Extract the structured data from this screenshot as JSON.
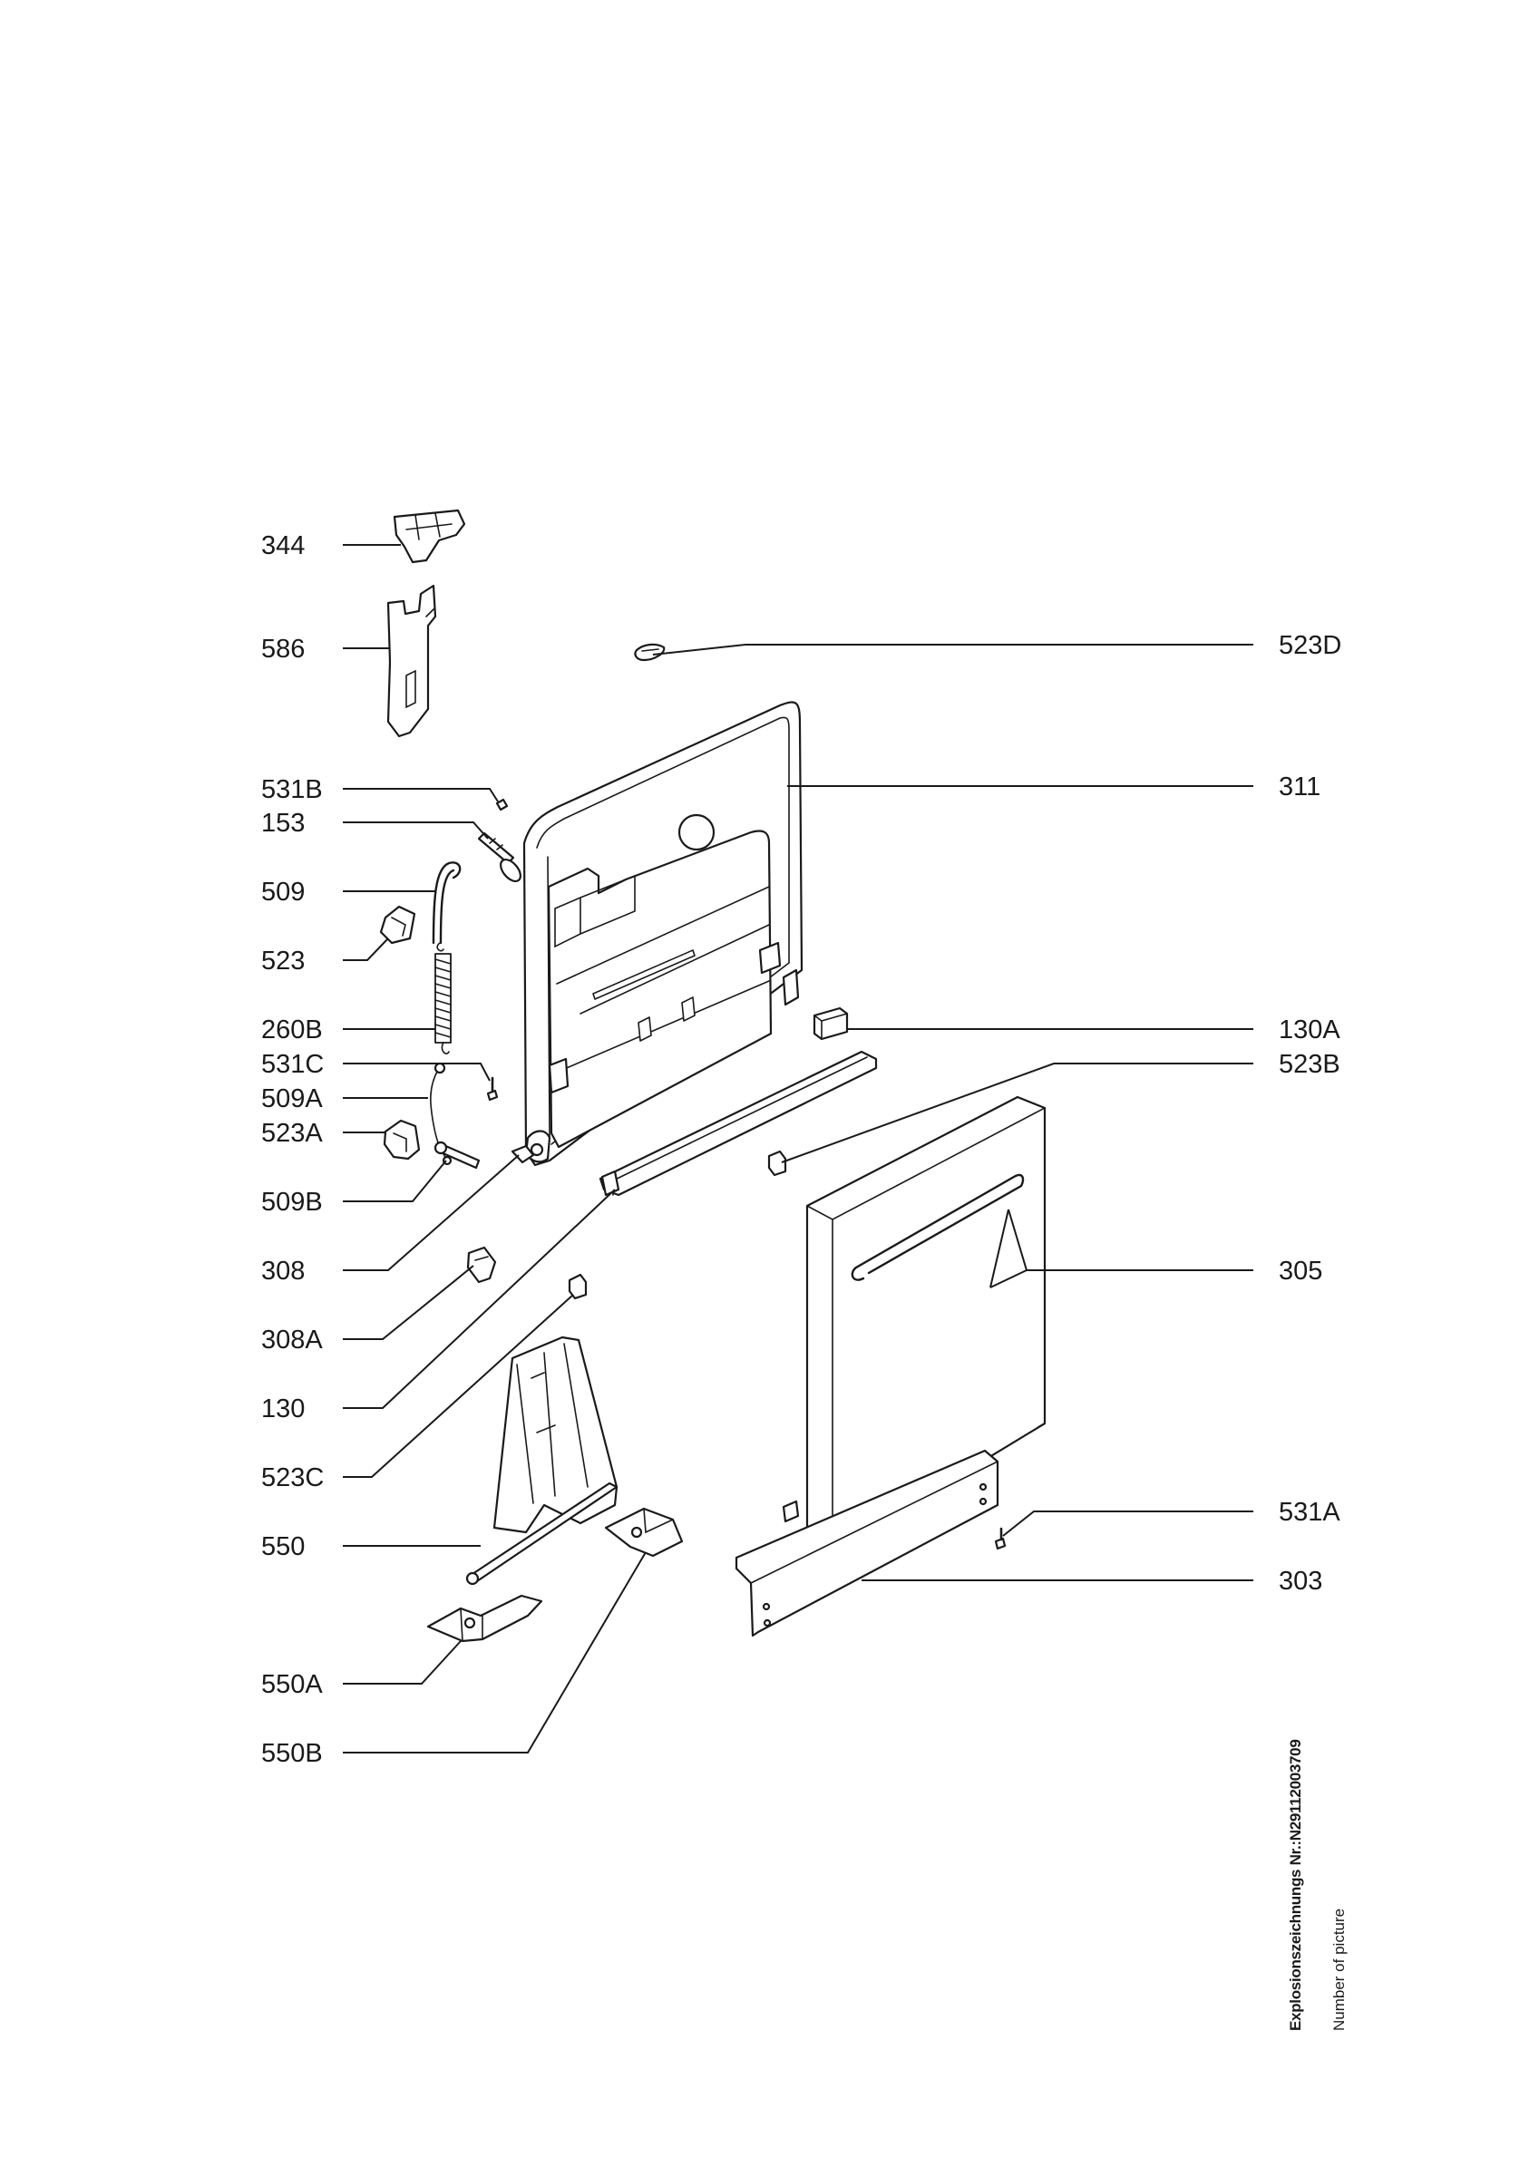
{
  "labels_left": [
    "344",
    "586",
    "531B",
    "153",
    "509",
    "523",
    "260B",
    "531C",
    "509A",
    "523A",
    "509B",
    "308",
    "308A",
    "130",
    "523C",
    "550",
    "550A",
    "550B"
  ],
  "labels_right": [
    "523D",
    "311",
    "130A",
    "523B",
    "305",
    "531A",
    "303"
  ],
  "caption": {
    "number": "Explosionszeichnungs Nr.:N29112003709",
    "subtitle": "Number of picture"
  },
  "colors": {
    "ink": "#1a1a1a",
    "background": "#ffffff"
  }
}
